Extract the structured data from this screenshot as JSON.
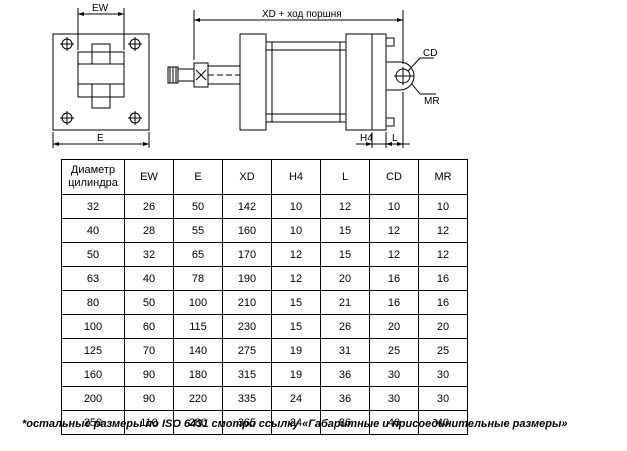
{
  "drawing": {
    "label_ew": "EW",
    "label_e": "E",
    "label_xd": "XD + ход поршня",
    "label_cd": "CD",
    "label_mr": "MR",
    "label_h4": "H4",
    "label_l": "L"
  },
  "table": {
    "headers": [
      "Диаметр цилиндра",
      "EW",
      "E",
      "XD",
      "H4",
      "L",
      "CD",
      "MR"
    ],
    "rows": [
      [
        "32",
        "26",
        "50",
        "142",
        "10",
        "12",
        "10",
        "10"
      ],
      [
        "40",
        "28",
        "55",
        "160",
        "10",
        "15",
        "12",
        "12"
      ],
      [
        "50",
        "32",
        "65",
        "170",
        "12",
        "15",
        "12",
        "12"
      ],
      [
        "63",
        "40",
        "78",
        "190",
        "12",
        "20",
        "16",
        "16"
      ],
      [
        "80",
        "50",
        "100",
        "210",
        "15",
        "21",
        "16",
        "16"
      ],
      [
        "100",
        "60",
        "115",
        "230",
        "15",
        "26",
        "20",
        "20"
      ],
      [
        "125",
        "70",
        "140",
        "275",
        "19",
        "31",
        "25",
        "25"
      ],
      [
        "160",
        "90",
        "180",
        "315",
        "19",
        "36",
        "30",
        "30"
      ],
      [
        "200",
        "90",
        "220",
        "335",
        "24",
        "36",
        "30",
        "30"
      ],
      [
        "250",
        "110",
        "280",
        "365",
        "24",
        "86",
        "40",
        "40"
      ]
    ]
  },
  "footnote": "*остальные размеры по ISO 6431 смотри ссылку «Габаритные и присоединительные размеры»"
}
